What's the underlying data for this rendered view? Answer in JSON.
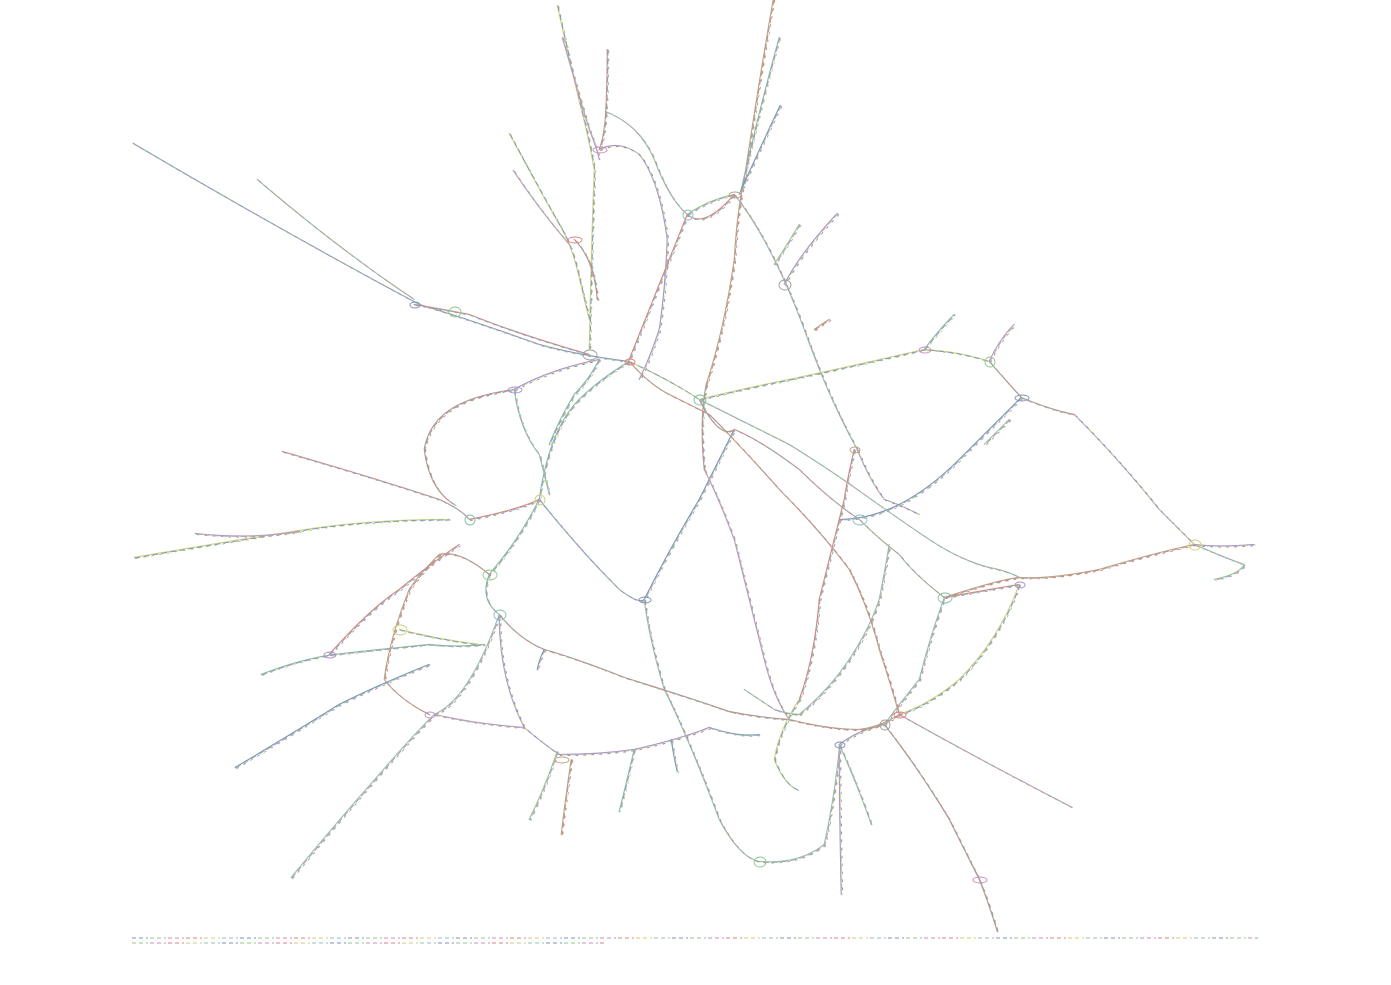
{
  "diagram": {
    "type": "network-graph",
    "style": "dense multi-colored edge bundles on white background, no labels",
    "colors": {
      "background": "#ffffff",
      "edge_palette": [
        "#7f8fbf",
        "#8fc98f",
        "#c88fbf",
        "#8fbfbf",
        "#bfa07f",
        "#9f9f9f",
        "#e07f7f",
        "#7fbf9f",
        "#a78fd0",
        "#cfcf7f"
      ]
    },
    "bottom_strip": {
      "rows": 2,
      "colors": [
        "#7f8fbf",
        "#8fc98f",
        "#c88fbf",
        "#e07f7f",
        "#cfcf7f",
        "#8fbfbf"
      ]
    }
  }
}
